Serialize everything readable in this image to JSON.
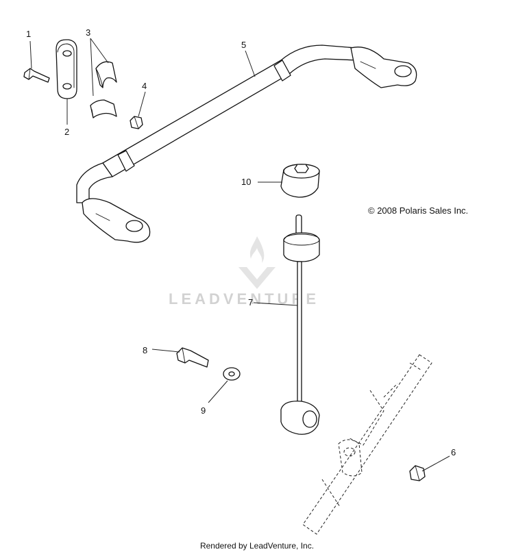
{
  "copyright": "© 2008 Polaris Sales Inc.",
  "footer": "Rendered by LeadVenture, Inc.",
  "watermark": "LEADVENTURE",
  "callouts": [
    {
      "id": "1",
      "label": "1"
    },
    {
      "id": "2",
      "label": "2"
    },
    {
      "id": "3",
      "label": "3"
    },
    {
      "id": "4",
      "label": "4"
    },
    {
      "id": "5",
      "label": "5"
    },
    {
      "id": "6",
      "label": "6"
    },
    {
      "id": "7",
      "label": "7"
    },
    {
      "id": "8",
      "label": "8"
    },
    {
      "id": "9",
      "label": "9"
    },
    {
      "id": "10",
      "label": "10"
    }
  ],
  "icons": {
    "watermark_logo": "leadventure-flame-logo-icon"
  }
}
